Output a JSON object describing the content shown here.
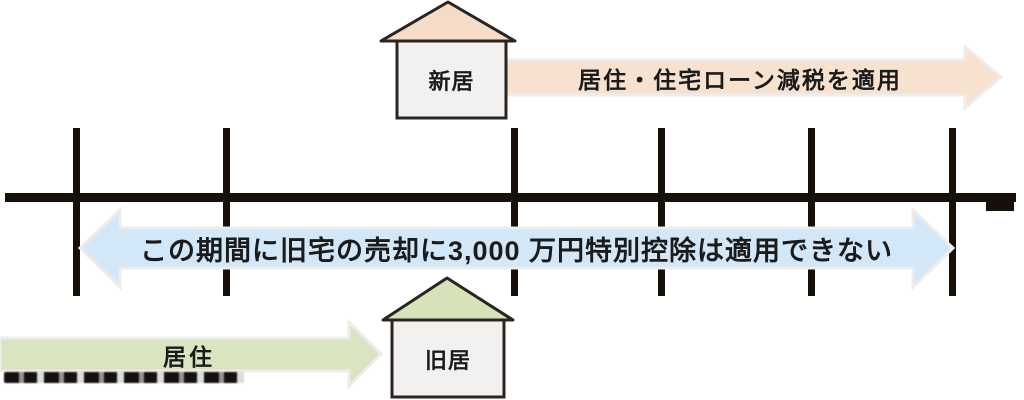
{
  "diagram": {
    "houses": {
      "new_house": {
        "label": "新居"
      },
      "old_house": {
        "label": "旧居"
      }
    },
    "arrows": {
      "loan_deduction": {
        "label": "居住・住宅ローン減税を適用"
      },
      "no_special_deduction": {
        "label": "この期間に旧宅の売却に3,000 万円特別控除は適用できない"
      },
      "residence": {
        "label": "居住"
      }
    },
    "colors": {
      "peach": "#f7e2cf",
      "peach_roof": "#f5dcc6",
      "blue": "#d2e8f8",
      "green": "#d9e5c0",
      "green_roof": "#d6e3b9",
      "house_fill": "#f2f1ef",
      "outline": "#2b2421",
      "timeline": "#171009",
      "arrow_outline": "#efedeb",
      "text": "#1b1b1b"
    }
  }
}
